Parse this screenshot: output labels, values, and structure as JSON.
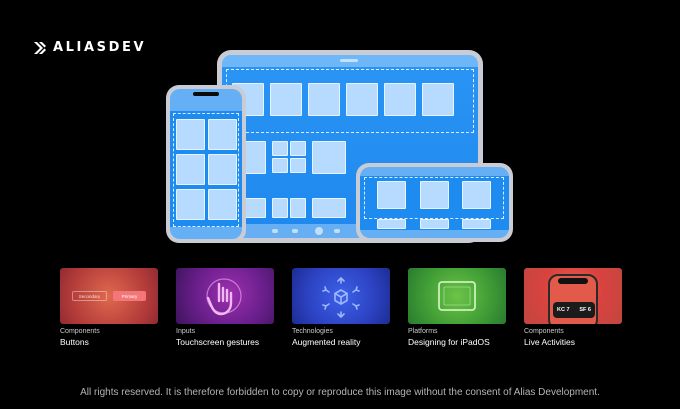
{
  "brand": {
    "name": "ALIASDEV"
  },
  "cards": [
    {
      "category": "Components",
      "title": "Buttons",
      "secondary_label": "Secondary",
      "primary_label": "Primary"
    },
    {
      "category": "Inputs",
      "title": "Touchscreen gestures"
    },
    {
      "category": "Technologies",
      "title": "Augmented reality"
    },
    {
      "category": "Platforms",
      "title": "Designing for iPadOS"
    },
    {
      "category": "Components",
      "title": "Live Activities",
      "score_left": "KC 7",
      "score_right": "SF 6"
    }
  ],
  "footer": {
    "text": "All rights reserved. It is therefore forbidden to copy or reproduce this image without the consent of Alias Development."
  },
  "icons": [
    "aliasdev-logo-icon",
    "hand-pointer-icon",
    "ar-cube-icon",
    "ipad-icon"
  ],
  "colors": {
    "background": "#000000",
    "screen_blue": "#1d8bf0",
    "device_frame": "#c9ccd4"
  }
}
